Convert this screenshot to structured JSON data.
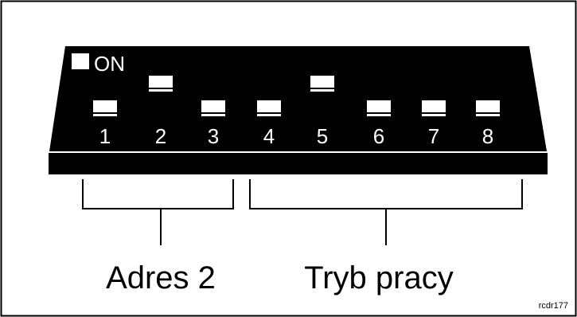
{
  "on_label": "ON",
  "switches": [
    {
      "number": "1",
      "state": "off"
    },
    {
      "number": "2",
      "state": "on"
    },
    {
      "number": "3",
      "state": "off"
    },
    {
      "number": "4",
      "state": "off"
    },
    {
      "number": "5",
      "state": "on"
    },
    {
      "number": "6",
      "state": "off"
    },
    {
      "number": "7",
      "state": "off"
    },
    {
      "number": "8",
      "state": "off"
    }
  ],
  "groups": {
    "address": {
      "label": "Adres 2",
      "switches": [
        "1",
        "2",
        "3"
      ]
    },
    "mode": {
      "label": "Tryb pracy",
      "switches": [
        "4",
        "5",
        "6",
        "7",
        "8"
      ]
    }
  },
  "figure_id": "rcdr177",
  "colors": {
    "body": "#000000",
    "switch": "#ffffff",
    "background": "#ffffff"
  }
}
